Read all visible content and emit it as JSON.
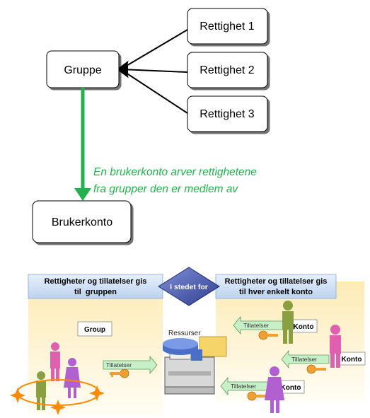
{
  "top": {
    "group_label": "Gruppe",
    "rights": [
      "Rettighet 1",
      "Rettighet 2",
      "Rettighet 3"
    ],
    "account_label": "Brukerkonto",
    "inherit_note_line1": "En brukerkonto arver rettighetene",
    "inherit_note_line2": "fra grupper den er medlem av"
  },
  "bottom": {
    "left_header_line1": "Rettigheter og tillatelser gis",
    "left_header_line2": "til  gruppen",
    "diamond_label": "I stedet for",
    "right_header_line1": "Rettigheter og tillatelser gis",
    "right_header_line2": "til hver enkelt konto",
    "group_box_label": "Group",
    "resources_label": "Ressurser",
    "permission_label": "Tillatelser",
    "konto_label": "Konto"
  },
  "colors": {
    "inherit_arrow": "#22b14c",
    "inherit_text": "#22b14c",
    "panel": "#fbe6a8",
    "header_bg": "#cfe0f5",
    "diamond": "#4a5fb0",
    "permission_arrow": "#bff0bf",
    "key": "#f0a030",
    "person_pink": "#e060b0",
    "person_purple": "#b060d0",
    "person_green": "#8aa040",
    "star": "#ff8a00"
  }
}
